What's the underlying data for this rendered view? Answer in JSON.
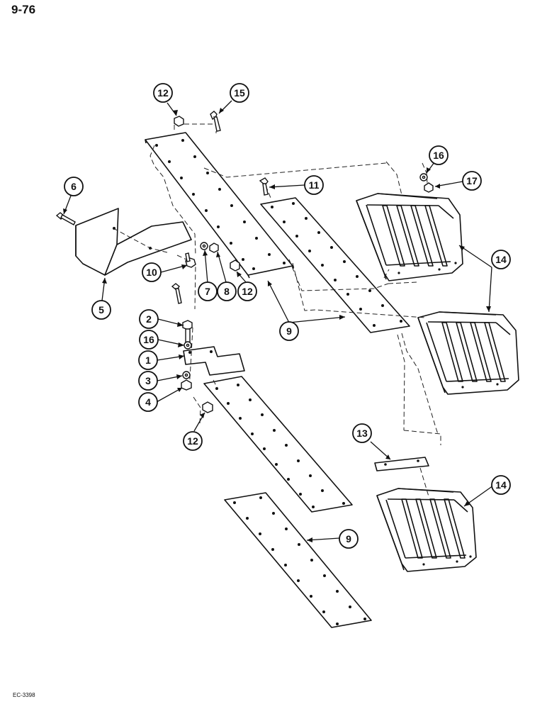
{
  "page": {
    "number": "9-76",
    "figure_code": "EC-3398"
  },
  "callouts": [
    "12",
    "15",
    "16",
    "17",
    "6",
    "11",
    "14",
    "10",
    "7",
    "8",
    "12",
    "5",
    "9",
    "14",
    "2",
    "16",
    "1",
    "3",
    "4",
    "12",
    "13",
    "14",
    "9"
  ]
}
